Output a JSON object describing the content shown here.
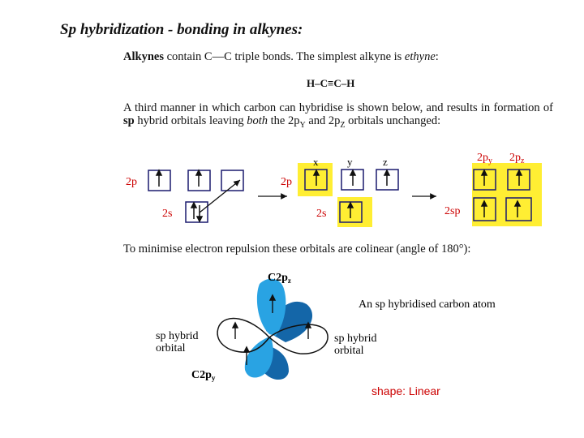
{
  "title": "Sp hybridization - bonding in alkynes:",
  "intro": {
    "bold": "Alkynes",
    "mid": " contain C—C triple bonds. The simplest alkyne is ",
    "italic": "ethyne",
    "end": ":"
  },
  "formula": "H–C≡C–H",
  "paragraph": {
    "part1": "A third manner in which carbon can hybridise is shown below, and results in formation of ",
    "bold": "sp",
    "part2": " hybrid orbitals leaving ",
    "italic": "both",
    "part3": " the 2p",
    "sub1": "Y",
    "part4": " and 2p",
    "sub2": "Z",
    "part5": " orbitals unchanged:"
  },
  "diagram": {
    "label_2p": "2p",
    "label_2s": "2s",
    "label_2sp": "2sp",
    "axis_x": "x",
    "axis_y": "y",
    "axis_z": "z",
    "label_2py": "2p",
    "label_2py_sub": "y",
    "label_2pz": "2p",
    "label_2pz_sub": "z"
  },
  "colinear_text": "To minimise electron repulsion these orbitals are colinear (angle of 180°):",
  "orbital_figure": {
    "c2pz": "C2p",
    "c2pz_sub": "z",
    "c2py": "C2p",
    "c2py_sub": "y",
    "atom_label": "An sp hybridised carbon atom",
    "sp_left_1": "sp hybrid",
    "sp_left_2": "orbital",
    "sp_right_1": "sp hybrid",
    "sp_right_2": "orbital"
  },
  "shape_label": "shape: Linear",
  "colors": {
    "highlight": "#ffee33",
    "box_border": "#1a1a6e",
    "label_red": "#cc0000",
    "lobe_light": "#29a3e3",
    "lobe_dark": "#1466a8"
  }
}
